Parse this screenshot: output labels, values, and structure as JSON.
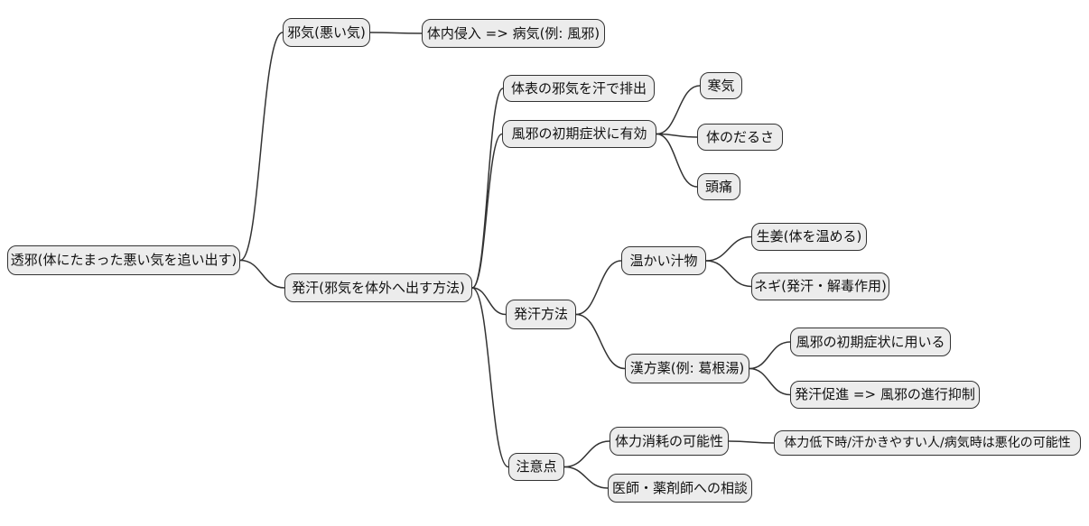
{
  "diagram": {
    "type": "mindmap",
    "background_color": "#ffffff",
    "node_fill_color": "#ececec",
    "node_border_color": "#333333",
    "edge_color": "#333333",
    "text_color": "#111111"
  },
  "tree": {
    "label": "透邪(体にたまった悪い気を追い出す)",
    "children": [
      {
        "label": "邪気(悪い気)",
        "children": [
          {
            "label": "体内侵入 => 病気(例: 風邪)"
          }
        ]
      },
      {
        "label": "発汗(邪気を体外へ出す方法)",
        "children": [
          {
            "label": "体表の邪気を汗で排出"
          },
          {
            "label": "風邪の初期症状に有効",
            "children": [
              {
                "label": "寒気"
              },
              {
                "label": "体のだるさ"
              },
              {
                "label": "頭痛"
              }
            ]
          },
          {
            "label": "発汗方法",
            "children": [
              {
                "label": "温かい汁物",
                "children": [
                  {
                    "label": "生姜(体を温める)"
                  },
                  {
                    "label": "ネギ(発汗・解毒作用)"
                  }
                ]
              },
              {
                "label": "漢方薬(例: 葛根湯)",
                "children": [
                  {
                    "label": "風邪の初期症状に用いる"
                  },
                  {
                    "label": "発汗促進 => 風邪の進行抑制"
                  }
                ]
              }
            ]
          },
          {
            "label": "注意点",
            "children": [
              {
                "label": "体力消耗の可能性",
                "children": [
                  {
                    "label": "体力低下時/汗かきやすい人/病気時は悪化の可能性"
                  }
                ]
              },
              {
                "label": "医師・薬剤師への相談"
              }
            ]
          }
        ]
      }
    ]
  }
}
